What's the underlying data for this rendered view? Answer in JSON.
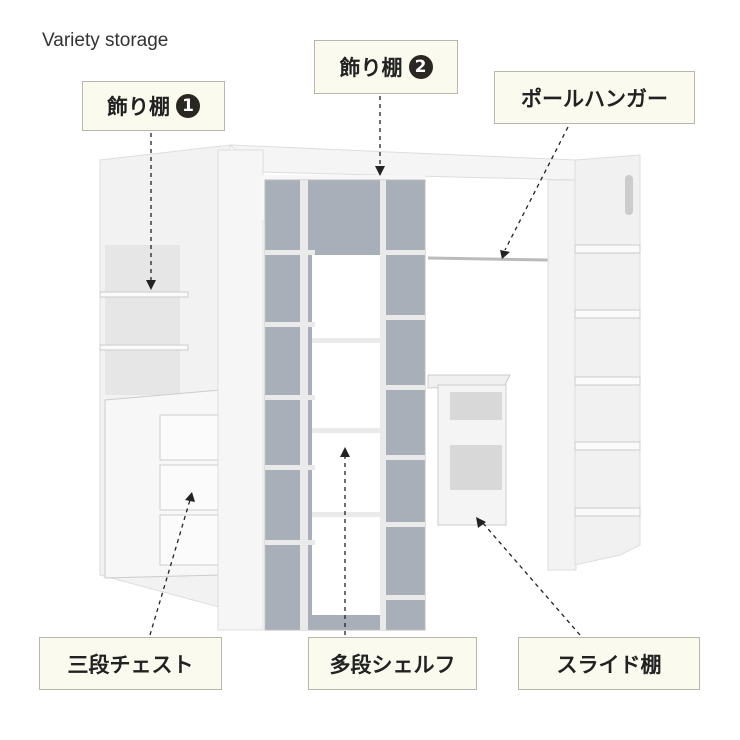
{
  "heading": "Variety storage",
  "labels": {
    "deco_shelf_1": {
      "text": "飾り棚",
      "num": "1"
    },
    "deco_shelf_2": {
      "text": "飾り棚",
      "num": "2"
    },
    "pole_hanger": {
      "text": "ポールハンガー"
    },
    "chest": {
      "text": "三段チェスト"
    },
    "multi_shelf": {
      "text": "多段シェルフ"
    },
    "slide_shelf": {
      "text": "スライド棚"
    }
  },
  "colors": {
    "label_bg": "#fbfaee",
    "panel": "#f4f4f4",
    "shelf_inner": "#a9afb8"
  }
}
